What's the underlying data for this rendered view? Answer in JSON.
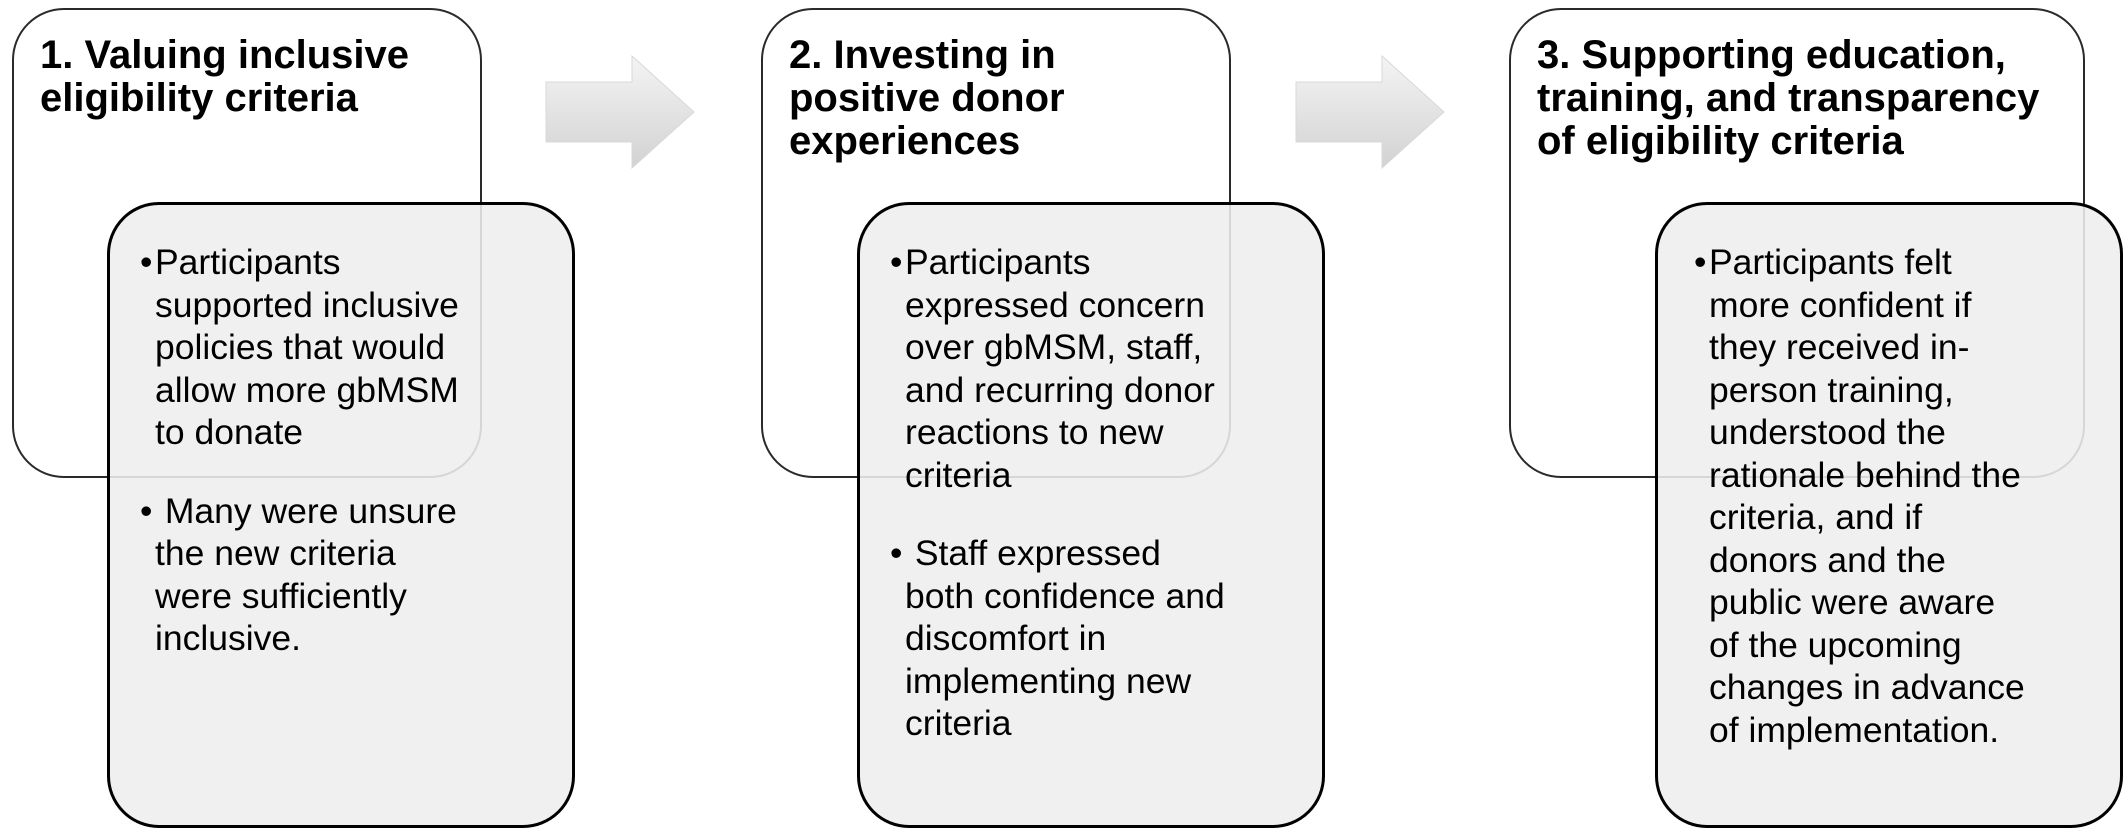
{
  "stages": [
    {
      "title_lines": [
        "1. Valuing inclusive",
        "eligibility criteria"
      ],
      "bullets": [
        [
          "Participants",
          "supported inclusive",
          "policies that would",
          "allow more gbMSM",
          "to donate"
        ],
        [
          " Many were unsure",
          "the new criteria",
          "were sufficiently",
          "inclusive."
        ]
      ]
    },
    {
      "title_lines": [
        "2. Investing in",
        "positive donor",
        "experiences"
      ],
      "bullets": [
        [
          "Participants",
          "expressed concern",
          "over gbMSM, staff,",
          "and recurring donor",
          "reactions to new",
          "criteria"
        ],
        [
          " Staff expressed",
          "both confidence and",
          "discomfort in",
          "implementing new",
          "criteria"
        ]
      ]
    },
    {
      "title_lines": [
        "3. Supporting education,",
        "training, and transparency",
        "of eligibility criteria"
      ],
      "bullets": [
        [
          "Participants felt",
          "more confident if",
          "they received in-",
          "person training,",
          "understood the",
          "rationale behind the",
          "criteria, and if",
          "donors and the",
          "public were aware",
          "of the upcoming",
          "changes in advance",
          "of implementation."
        ]
      ]
    }
  ],
  "bullet_symbol": "•",
  "arrow_count": 2
}
